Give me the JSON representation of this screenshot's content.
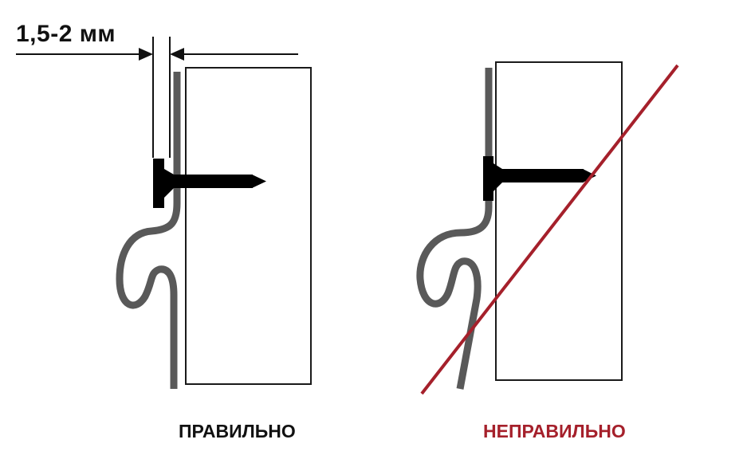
{
  "gap_label": "1,5-2 мм",
  "captions": {
    "correct": "ПРАВИЛЬНО",
    "incorrect": "НЕПРАВИЛЬНО"
  },
  "colors": {
    "profile": "#595959",
    "board_stroke": "#1a1a1a",
    "screw": "#000000",
    "cross": "#a5202b",
    "text": "#111111"
  }
}
